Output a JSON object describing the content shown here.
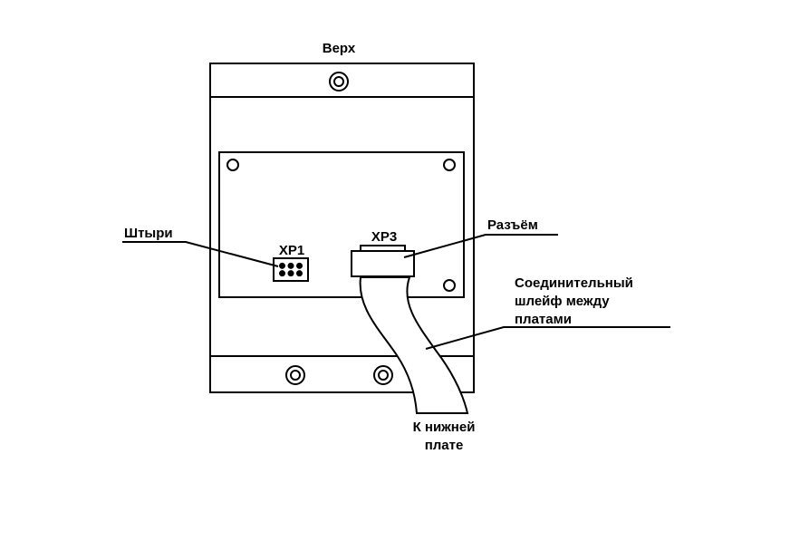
{
  "labels": {
    "top": "Верх",
    "pins": "Штыри",
    "xp1": "XP1",
    "xp3": "XP3",
    "connector": "Разъём",
    "cable_line1": "Соединительный",
    "cable_line2": "шлейф между",
    "cable_line3": "платами",
    "bottom_line1": "К нижней",
    "bottom_line2": "плате"
  },
  "xp1_pins": {
    "rows": 2,
    "cols": 3
  }
}
